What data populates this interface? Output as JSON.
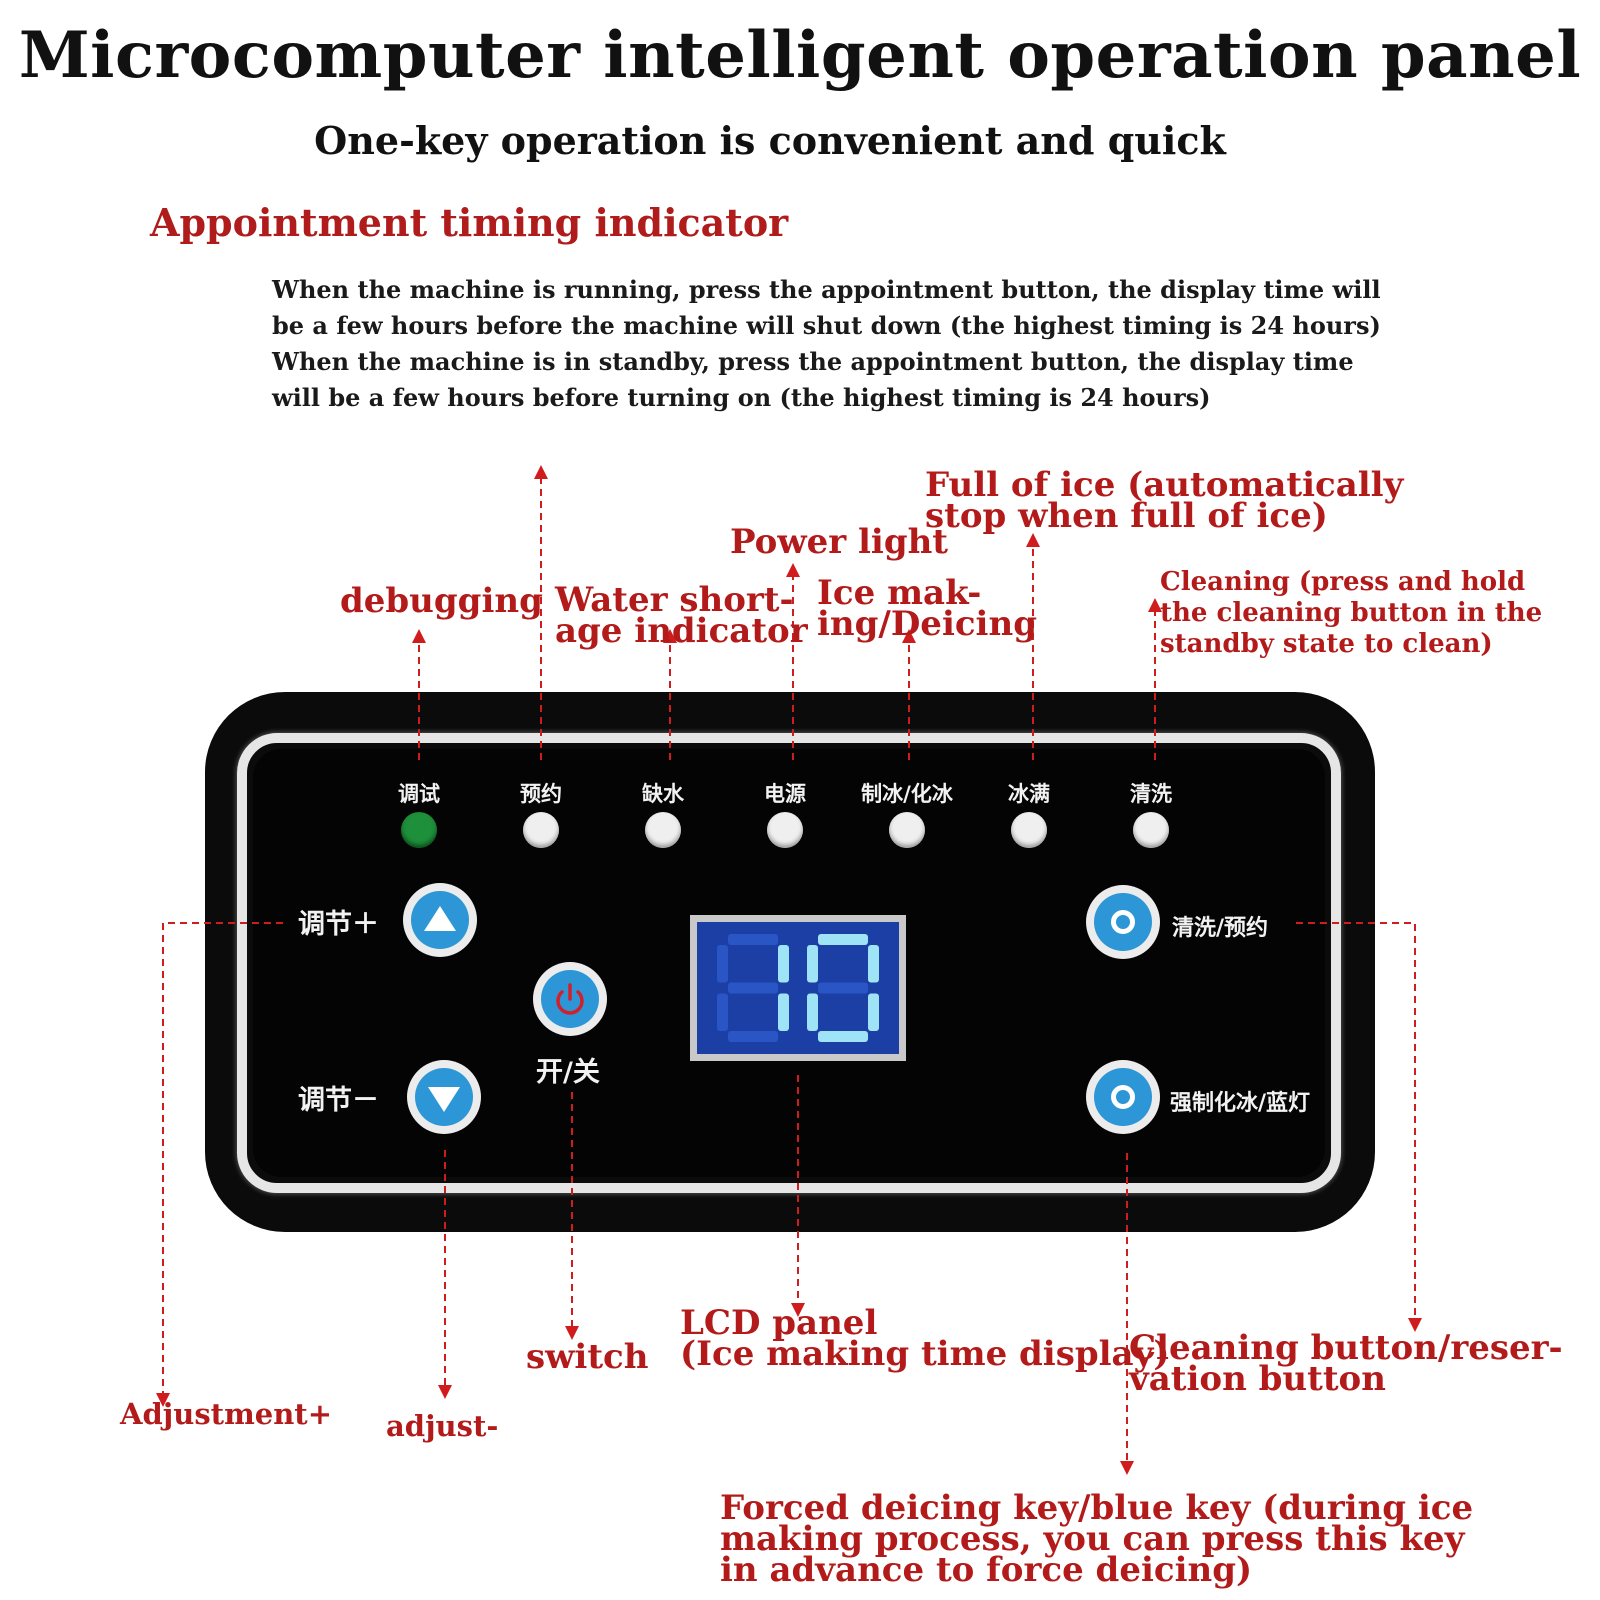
{
  "header": {
    "title": "Microcomputer intelligent operation panel",
    "subtitle": "One-key operation is convenient and quick"
  },
  "section": {
    "heading": "Appointment timing indicator",
    "lines": [
      "When the machine is running, press the appointment button, the display time will",
      "be a few hours before the machine will shut down (the highest timing is 24 hours)",
      "When the machine is in standby, press the appointment button, the display time",
      "will be a few hours before turning on (the highest timing is 24 hours)"
    ]
  },
  "callouts": {
    "debugging": "debugging",
    "water_shortage": [
      "Water short-",
      "age indicator"
    ],
    "power_light": "Power light",
    "ice_making": [
      "Ice mak-",
      "ing/Deicing"
    ],
    "full_of_ice": [
      "Full of ice (automatically",
      "stop when full of ice)"
    ],
    "cleaning": [
      "Cleaning (press and hold",
      "the cleaning button in the",
      "standby state to clean)"
    ],
    "adjust_plus": "Adjustment+",
    "adjust_minus": "adjust-",
    "switch": "switch",
    "lcd": [
      "LCD panel",
      "(Ice making time display)"
    ],
    "clean_btn": [
      "Cleaning button/reser-",
      "vation button"
    ],
    "forced": [
      "Forced deicing key/blue key (during ice",
      "making process, you can press this key",
      "in advance to force deicing)"
    ]
  },
  "panel": {
    "indicators": [
      {
        "label": "调试",
        "on": true
      },
      {
        "label": "预约",
        "on": false
      },
      {
        "label": "缺水",
        "on": false
      },
      {
        "label": "电源",
        "on": false
      },
      {
        "label": "制冰/化冰",
        "on": false
      },
      {
        "label": "冰满",
        "on": false
      },
      {
        "label": "清洗",
        "on": false
      }
    ],
    "adjust_plus_label": "调节＋",
    "adjust_minus_label": "调节－",
    "power_label": "开/关",
    "lcd_value": "10",
    "clean_reserve_label": "清洗/预约",
    "force_deice_label": "强制化冰/蓝灯"
  },
  "colors": {
    "annotation_red": "#b31b1b",
    "indicator_on": "#1e8f3a",
    "button_blue": "#2d96d6",
    "lcd_blue": "#1c3fa6",
    "lcd_segment": "#9fe3f7"
  }
}
